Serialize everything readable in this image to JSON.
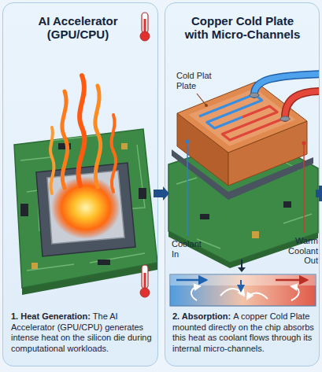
{
  "diagram": {
    "nodes": [
      {
        "text": [
          "AI Accelerator (GPU/CPU)",
          "1. Heat Generation:",
          "The AI Accelerator (GPU/CPU) generates intense heat on the silicon die during computational workloads."
        ]
      },
      {
        "text": [
          "Copper Cold Plate with Micro-Channels",
          "2. Absorption:",
          "A copper Cold Plate mounted directly on the chip absorbs this heat as coolant flows through its internal micro-channels."
        ]
      }
    ],
    "edges": [
      {
        "from": 0,
        "to": 1,
        "arrow": "to"
      }
    ],
    "labels": [
      "Cold Plat Plate",
      "Coolant In",
      "Warm Coolant Out"
    ]
  }
}
